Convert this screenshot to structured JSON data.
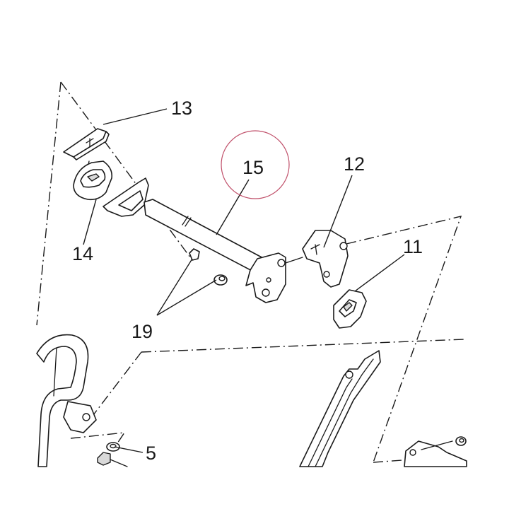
{
  "diagram": {
    "callouts": [
      {
        "id": "c13",
        "label": "13"
      },
      {
        "id": "c15",
        "label": "15"
      },
      {
        "id": "c12",
        "label": "12"
      },
      {
        "id": "c11",
        "label": "11"
      },
      {
        "id": "c14",
        "label": "14"
      },
      {
        "id": "c19",
        "label": "19"
      },
      {
        "id": "c5",
        "label": "5"
      }
    ],
    "highlight": {
      "target": "15",
      "color": "#c0506a"
    },
    "colors": {
      "line": "#1a1a1a",
      "background": "#ffffff",
      "shade": "#d9d9d9"
    }
  }
}
